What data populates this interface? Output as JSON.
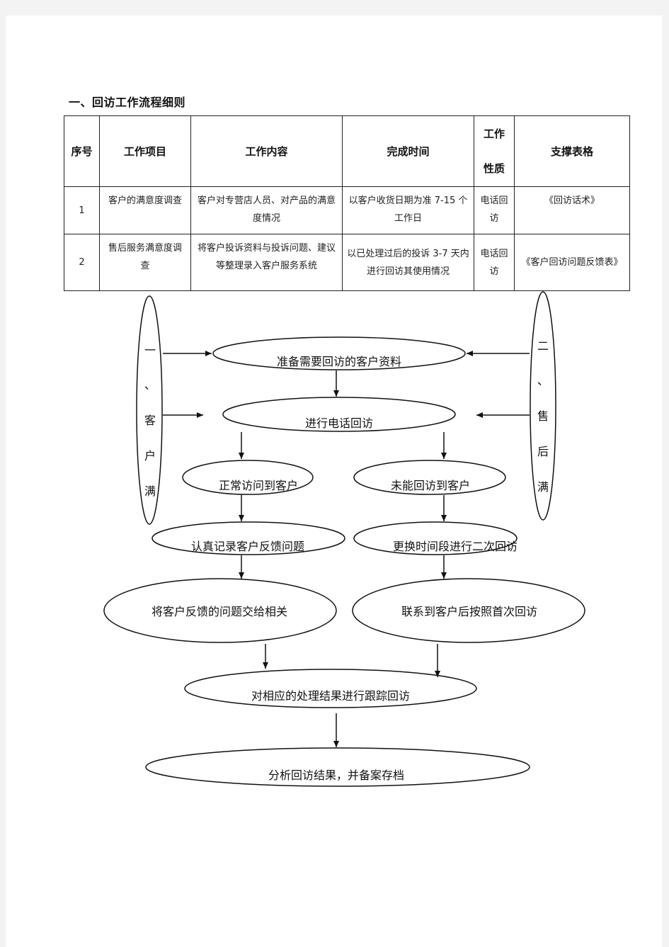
{
  "section_title": "一、回访工作流程细则",
  "table": {
    "headers": [
      "序号",
      "工作项目",
      "工作内容",
      "完成时间",
      "工作\n性质",
      "支撑表格"
    ],
    "rows": [
      [
        "1",
        "客户的满意度调查",
        "客户对专营店人员、对产品的满意度情况",
        "以客户收货日期为准 7-15 个工作日",
        "电话回访",
        "《回访话术》"
      ],
      [
        "2",
        "售后服务满意度调查",
        "将客户投诉资料与投诉问题、建议等整理录入客户服务系统",
        "以已处理过后的投诉 3-7 天内进行回访其使用情况",
        "电话回访",
        "《客户回访问题反馈表》"
      ]
    ]
  },
  "flow": {
    "side_left": [
      "一",
      "、",
      "客",
      "户",
      "满"
    ],
    "side_right": [
      "二",
      "、",
      "售",
      "后",
      "满"
    ],
    "nodes": {
      "prepare": "准备需要回访的客户资料",
      "call": "进行电话回访",
      "reached": "正常访问到客户",
      "not_reached": "未能回访到客户",
      "record": "认真记录客户反馈问题",
      "retry": "更换时间段进行二次回访",
      "handoff": "将客户反馈的问题交给相关",
      "repeat": "联系到客户后按照首次回访",
      "track": "对相应的处理结果进行跟踪回访",
      "archive": "分析回访结果，并备案存档"
    }
  }
}
